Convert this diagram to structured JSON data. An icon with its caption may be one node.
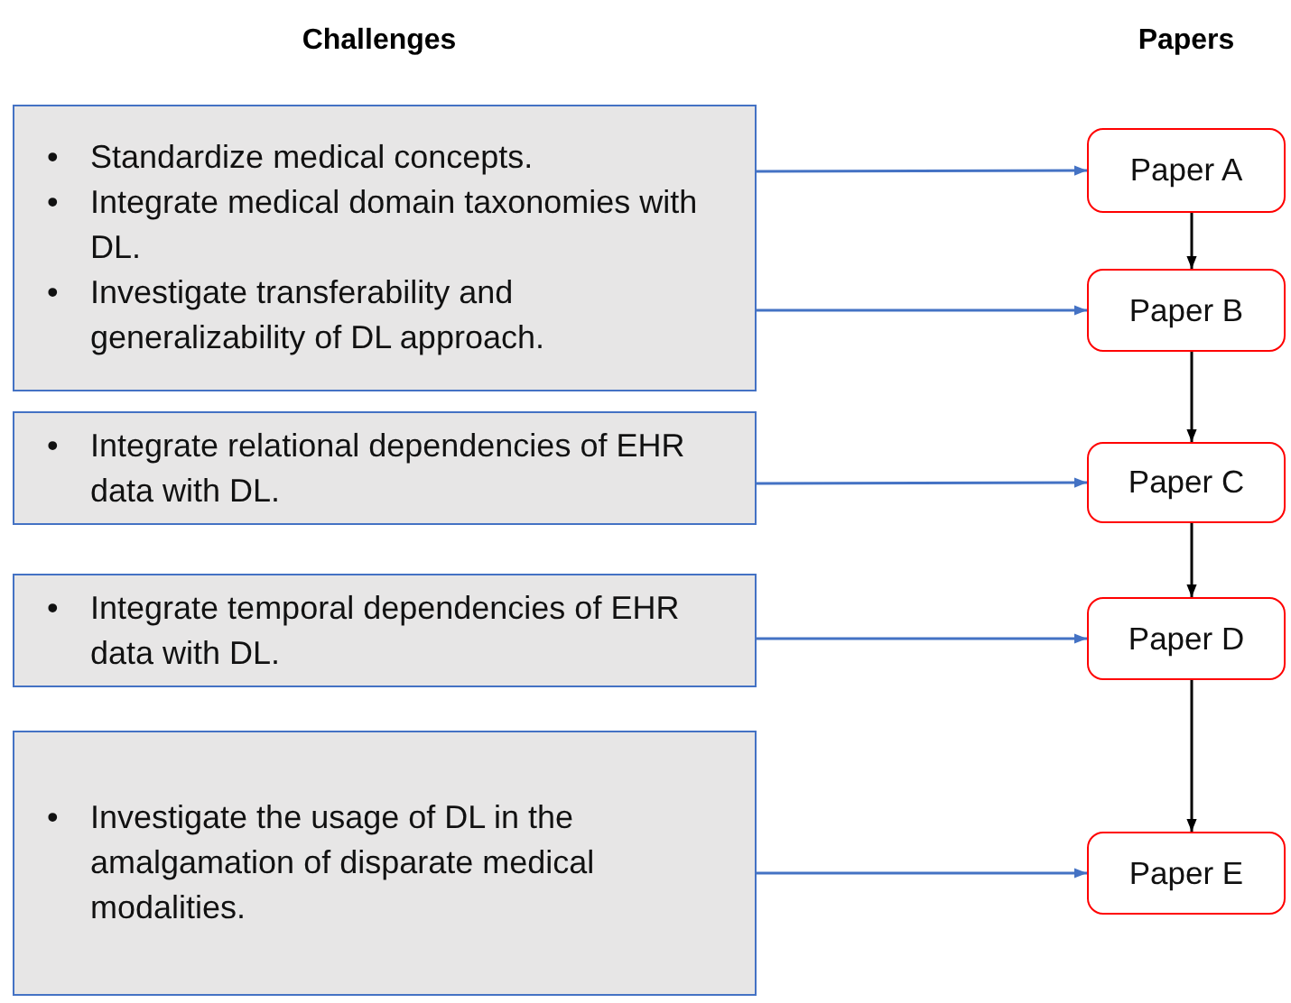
{
  "diagram": {
    "nodes": [
      {
        "text": [
          "Standardize medical concepts.",
          "Integrate medical domain taxonomies with DL.",
          "Investigate transferability and generalizability of DL approach."
        ]
      },
      {
        "text": [
          "Integrate relational dependencies of EHR data with DL."
        ]
      },
      {
        "text": [
          "Integrate temporal dependencies of EHR data with DL."
        ]
      },
      {
        "text": [
          "Investigate the usage of DL in the amalgamation of disparate medical modalities."
        ]
      },
      {
        "text": [
          "Paper A"
        ]
      },
      {
        "text": [
          "Paper B"
        ]
      },
      {
        "text": [
          "Paper C"
        ]
      },
      {
        "text": [
          "Paper D"
        ]
      },
      {
        "text": [
          "Paper E"
        ]
      }
    ],
    "edges": [
      {
        "from": 0,
        "to": 4,
        "arrow": "to"
      },
      {
        "from": 0,
        "to": 5,
        "arrow": "to"
      },
      {
        "from": 1,
        "to": 6,
        "arrow": "to"
      },
      {
        "from": 2,
        "to": 7,
        "arrow": "to"
      },
      {
        "from": 3,
        "to": 8,
        "arrow": "to"
      },
      {
        "from": 4,
        "to": 5,
        "arrow": "to",
        "color": "#000000"
      },
      {
        "from": 5,
        "to": 6,
        "arrow": "to",
        "color": "#000000"
      },
      {
        "from": 6,
        "to": 7,
        "arrow": "to",
        "color": "#000000"
      },
      {
        "from": 7,
        "to": 8,
        "arrow": "to",
        "color": "#000000"
      }
    ],
    "labels": [
      "Challenges",
      "Papers",
      "•",
      "•",
      "•",
      "•",
      "•",
      "•"
    ]
  }
}
